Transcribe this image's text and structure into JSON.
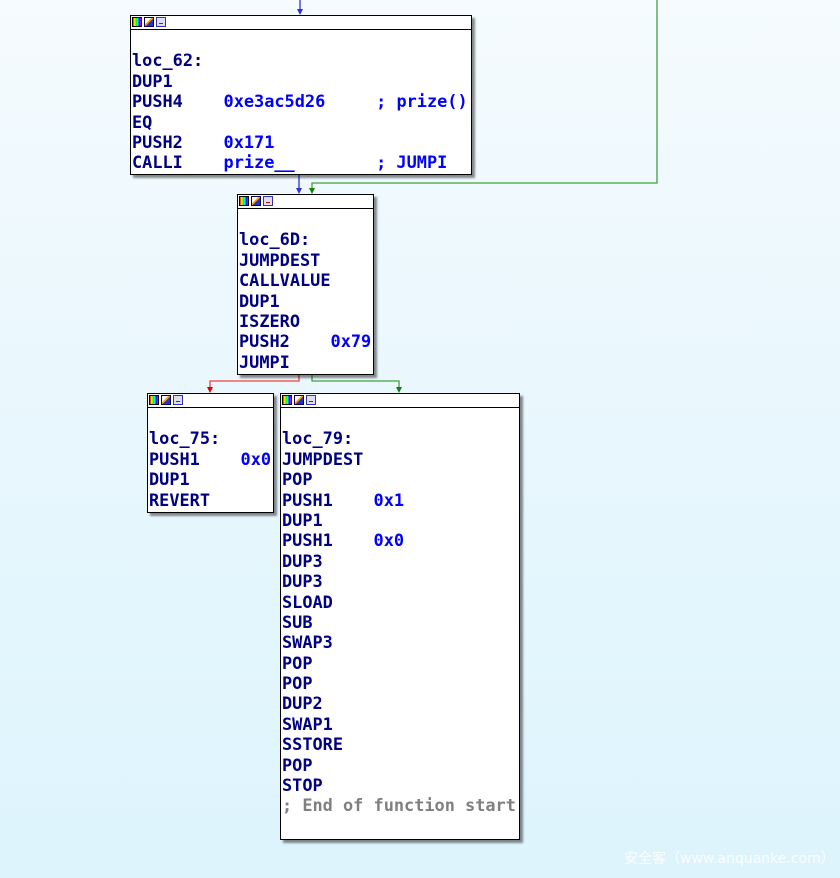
{
  "colors": {
    "flow": "#3030e0",
    "true_edge": "#40a040",
    "false_edge": "#f04040",
    "mnemonic": "#000080",
    "operand": "#0000ff"
  },
  "blocks": [
    {
      "id": "loc_62",
      "lines": [
        {
          "op": "",
          "arg": "",
          "cm": ""
        },
        {
          "op": "loc_62:",
          "arg": "",
          "cm": ""
        },
        {
          "op": "DUP1",
          "arg": "",
          "cm": ""
        },
        {
          "op": "PUSH4",
          "arg": "0xe3ac5d26",
          "cm": "; prize()"
        },
        {
          "op": "EQ",
          "arg": "",
          "cm": ""
        },
        {
          "op": "PUSH2",
          "arg": "0x171",
          "cm": ""
        },
        {
          "op": "CALLI",
          "arg": "prize__",
          "cm": "; JUMPI"
        }
      ]
    },
    {
      "id": "loc_6D",
      "lines": [
        {
          "op": "",
          "arg": "",
          "cm": ""
        },
        {
          "op": "loc_6D:",
          "arg": "",
          "cm": ""
        },
        {
          "op": "JUMPDEST",
          "arg": "",
          "cm": ""
        },
        {
          "op": "CALLVALUE",
          "arg": "",
          "cm": ""
        },
        {
          "op": "DUP1",
          "arg": "",
          "cm": ""
        },
        {
          "op": "ISZERO",
          "arg": "",
          "cm": ""
        },
        {
          "op": "PUSH2",
          "arg": "0x79",
          "cm": ""
        },
        {
          "op": "JUMPI",
          "arg": "",
          "cm": ""
        }
      ]
    },
    {
      "id": "loc_75",
      "lines": [
        {
          "op": "",
          "arg": "",
          "cm": ""
        },
        {
          "op": "loc_75:",
          "arg": "",
          "cm": ""
        },
        {
          "op": "PUSH1",
          "arg": "0x0",
          "cm": ""
        },
        {
          "op": "DUP1",
          "arg": "",
          "cm": ""
        },
        {
          "op": "REVERT",
          "arg": "",
          "cm": ""
        }
      ]
    },
    {
      "id": "loc_79",
      "lines": [
        {
          "op": "",
          "arg": "",
          "cm": ""
        },
        {
          "op": "loc_79:",
          "arg": "",
          "cm": ""
        },
        {
          "op": "JUMPDEST",
          "arg": "",
          "cm": ""
        },
        {
          "op": "POP",
          "arg": "",
          "cm": ""
        },
        {
          "op": "PUSH1",
          "arg": "0x1",
          "cm": ""
        },
        {
          "op": "DUP1",
          "arg": "",
          "cm": ""
        },
        {
          "op": "PUSH1",
          "arg": "0x0",
          "cm": ""
        },
        {
          "op": "DUP3",
          "arg": "",
          "cm": ""
        },
        {
          "op": "DUP3",
          "arg": "",
          "cm": ""
        },
        {
          "op": "SLOAD",
          "arg": "",
          "cm": ""
        },
        {
          "op": "SUB",
          "arg": "",
          "cm": ""
        },
        {
          "op": "SWAP3",
          "arg": "",
          "cm": ""
        },
        {
          "op": "POP",
          "arg": "",
          "cm": ""
        },
        {
          "op": "POP",
          "arg": "",
          "cm": ""
        },
        {
          "op": "DUP2",
          "arg": "",
          "cm": ""
        },
        {
          "op": "SWAP1",
          "arg": "",
          "cm": ""
        },
        {
          "op": "SSTORE",
          "arg": "",
          "cm": ""
        },
        {
          "op": "POP",
          "arg": "",
          "cm": ""
        },
        {
          "op": "STOP",
          "arg": "",
          "cm": ""
        },
        {
          "op": "",
          "arg": "",
          "cm": "; End of function start"
        }
      ]
    }
  ],
  "watermark": "安全客（www.anquanke.com）"
}
